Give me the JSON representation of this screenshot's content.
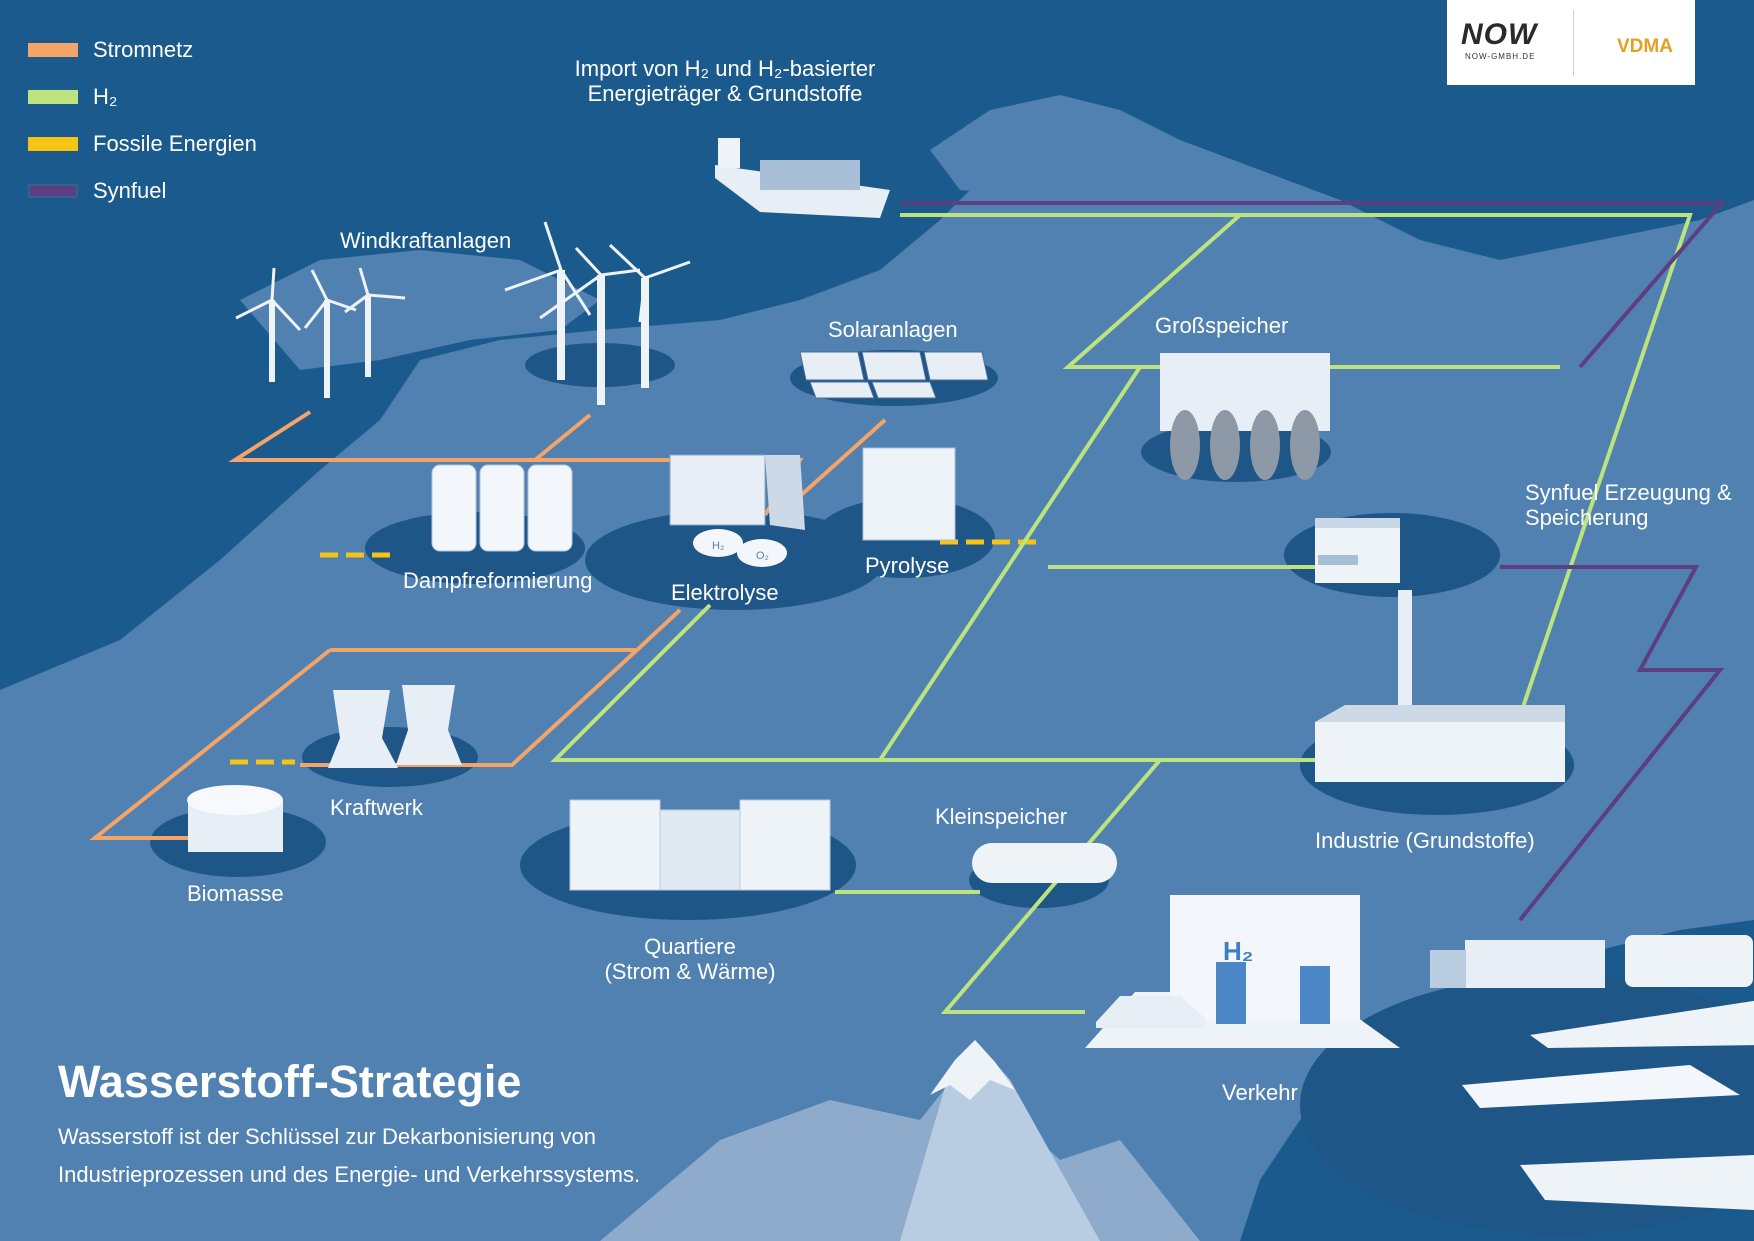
{
  "legend": [
    {
      "label": "Stromnetz",
      "color": "#f4a469"
    },
    {
      "label": "H₂",
      "color": "#bde37e"
    },
    {
      "label": "Fossile Energien",
      "color": "#f6c414"
    },
    {
      "label": "Synfuel",
      "color": "#5c3f81"
    }
  ],
  "labels": {
    "import_line1": "Import von H₂ und H₂-basierter",
    "import_line2": "Energieträger & Grundstoffe",
    "wind": "Windkraftanlagen",
    "solar": "Solaranlagen",
    "storage_large": "Großspeicher",
    "synfuel_line1": "Synfuel Erzeugung &",
    "synfuel_line2": "Speicherung",
    "steam": "Dampfreformierung",
    "electrolysis": "Elektrolyse",
    "pyrolysis": "Pyrolyse",
    "power_plant": "Kraftwerk",
    "biomass": "Biomasse",
    "districts_line1": "Quartiere",
    "districts_line2": "(Strom & Wärme)",
    "storage_small": "Kleinspeicher",
    "industry": "Industrie (Grundstoffe)",
    "transport": "Verkehr",
    "h2_sign": "H₂",
    "h2_tank": "H₂",
    "o2_tank": "O₂"
  },
  "title": "Wasserstoff-Strategie",
  "subtitle_line1": "Wasserstoff ist der Schlüssel zur Dekarbonisierung von",
  "subtitle_line2": "Industrieprozessen und des Energie- und Verkehrssystems.",
  "logos": {
    "now": "NOW",
    "now_sub": "NOW-GMBH.DE",
    "vdma": "VDMA"
  },
  "colors": {
    "sea": "#1b5a8c",
    "land": "#5181b0",
    "land_light": "#6a96c0",
    "platform": "#1f5688",
    "mountain": "#9fb9d6"
  }
}
